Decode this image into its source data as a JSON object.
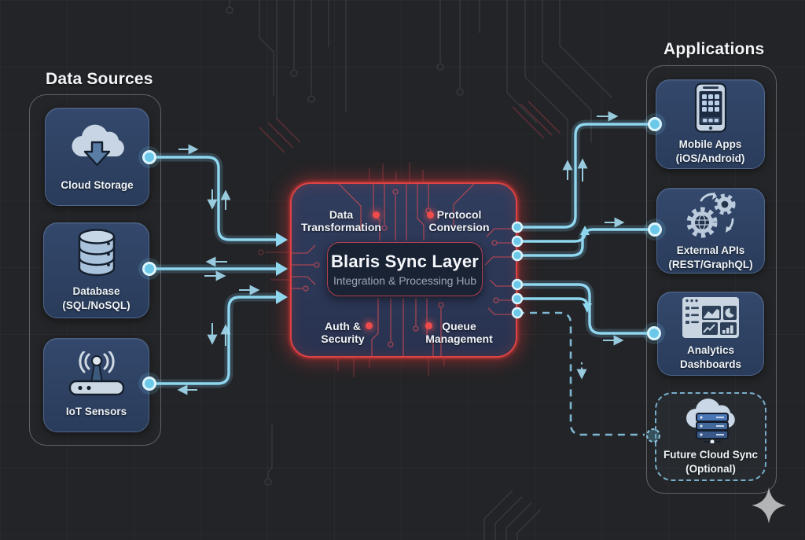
{
  "left_panel": {
    "title": "Data Sources",
    "items": [
      {
        "label": "Cloud Storage",
        "icon": "cloud-download-icon"
      },
      {
        "label": "Database",
        "sublabel": "(SQL/NoSQL)",
        "icon": "database-icon"
      },
      {
        "label": "IoT Sensors",
        "icon": "iot-router-icon"
      }
    ]
  },
  "right_panel": {
    "title": "Applications",
    "items": [
      {
        "label": "Mobile Apps",
        "sublabel": "(iOS/Android)",
        "icon": "smartphone-icon"
      },
      {
        "label": "External APIs",
        "sublabel": "(REST/GraphQL)",
        "icon": "gears-sync-icon"
      },
      {
        "label": "Analytics",
        "sublabel": "Dashboards",
        "icon": "analytics-dashboard-icon"
      },
      {
        "label": "Future Cloud Sync",
        "sublabel": "(Optional)",
        "icon": "cloud-server-icon",
        "style": "dashed-optional"
      }
    ]
  },
  "center": {
    "title": "Blaris Sync Layer",
    "subtitle": "Integration & Processing Hub",
    "features": [
      {
        "line1": "Data",
        "line2": "Transformation"
      },
      {
        "line1": "Protocol",
        "line2": "Conversion"
      },
      {
        "line1": "Auth &",
        "line2": "Security"
      },
      {
        "line1": "Queue",
        "line2": "Management"
      }
    ]
  },
  "colors": {
    "background": "#232427",
    "accent_red": "#dd4343",
    "accent_cyan": "#8fd6ef",
    "node_fill": "#2e4161",
    "panel_border": "#5e646b"
  }
}
